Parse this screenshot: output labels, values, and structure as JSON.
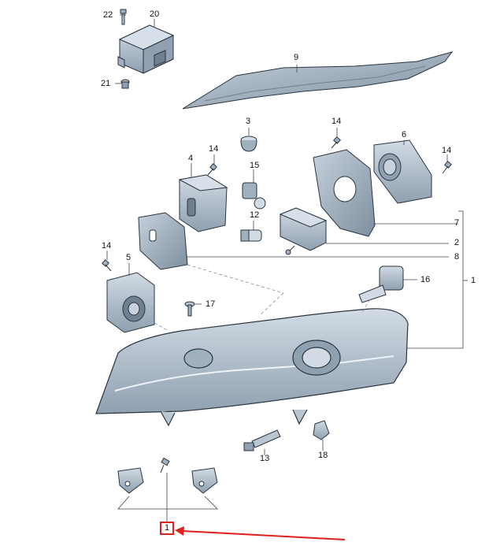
{
  "colors": {
    "part_fill": "#b9c6d2",
    "part_dark": "#6f8191",
    "part_line": "#2a3440",
    "leader": "#3b4650",
    "highlight": "#e0201d"
  },
  "labels": {
    "p22": "22",
    "p20": "20",
    "p21": "21",
    "p9": "9",
    "p3": "3",
    "p14a": "14",
    "p6": "6",
    "p14b": "14",
    "p4": "4",
    "p14c": "14",
    "p15": "15",
    "p12": "12",
    "p7": "7",
    "p2": "2",
    "p8": "8",
    "p14d": "14",
    "p5": "5",
    "p16": "16",
    "p1": "1",
    "p17": "17",
    "p13": "13",
    "p18": "18",
    "p1b": "1"
  }
}
